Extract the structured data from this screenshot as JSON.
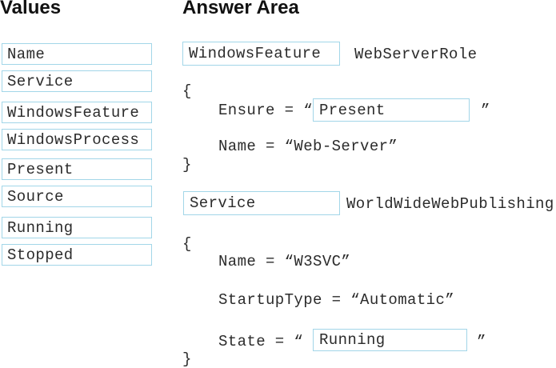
{
  "values_panel": {
    "title": "Values",
    "items": [
      "Name",
      "Service",
      "WindowsFeature",
      "WindowsProcess",
      "Present",
      "Source",
      "Running",
      "Stopped"
    ]
  },
  "answer_area": {
    "title": "Answer Area",
    "block1": {
      "type_value": "WindowsFeature",
      "resource_name": "WebServerRole",
      "brace_open": "{",
      "ensure_label": "Ensure = “",
      "ensure_value": "Present",
      "ensure_quote_close": "”",
      "name_line": "Name = “Web-Server”",
      "brace_close": "}"
    },
    "block2": {
      "type_value": "Service",
      "resource_name": "WorldWideWebPublishing",
      "brace_open": "{",
      "name_line": "Name = “W3SVC”",
      "startup_line": "StartupType = “Automatic”",
      "state_label": "State = “",
      "state_value": "Running",
      "state_quote_close": "”",
      "brace_close": "}"
    }
  },
  "colors": {
    "box_border": "#a2d6e8",
    "text": "#2b2b2b",
    "title": "#111111",
    "background": "#ffffff"
  }
}
